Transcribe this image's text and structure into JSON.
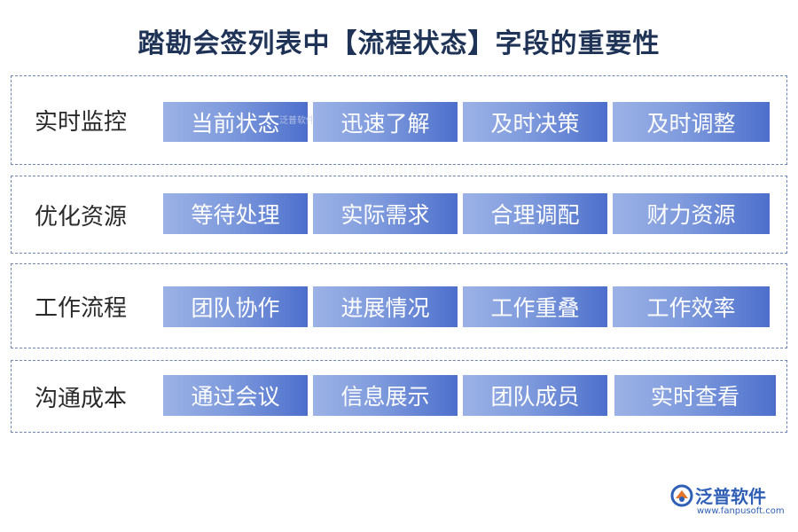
{
  "title": "踏勘会签列表中【流程状态】字段的重要性",
  "rows": [
    {
      "label": "实时监控",
      "items": [
        "当前状态",
        "迅速了解",
        "及时决策",
        "及时调整"
      ]
    },
    {
      "label": "优化资源",
      "items": [
        "等待处理",
        "实际需求",
        "合理调配",
        "财力资源"
      ]
    },
    {
      "label": "工作流程",
      "items": [
        "团队协作",
        "进展情况",
        "工作重叠",
        "工作效率"
      ]
    },
    {
      "label": "沟通成本",
      "items": [
        "通过会议",
        "信息展示",
        "团队成员",
        "实时查看"
      ]
    }
  ],
  "logo": {
    "name": "泛普软件",
    "url": "www.fanpusoft.com",
    "color": "#2f5fb6"
  },
  "watermark": "泛普软件",
  "colors": {
    "chip_light": "#9cb2e6",
    "chip_dark": "#4d6fcc",
    "border": "#6f86b4",
    "title": "#1f3357"
  }
}
